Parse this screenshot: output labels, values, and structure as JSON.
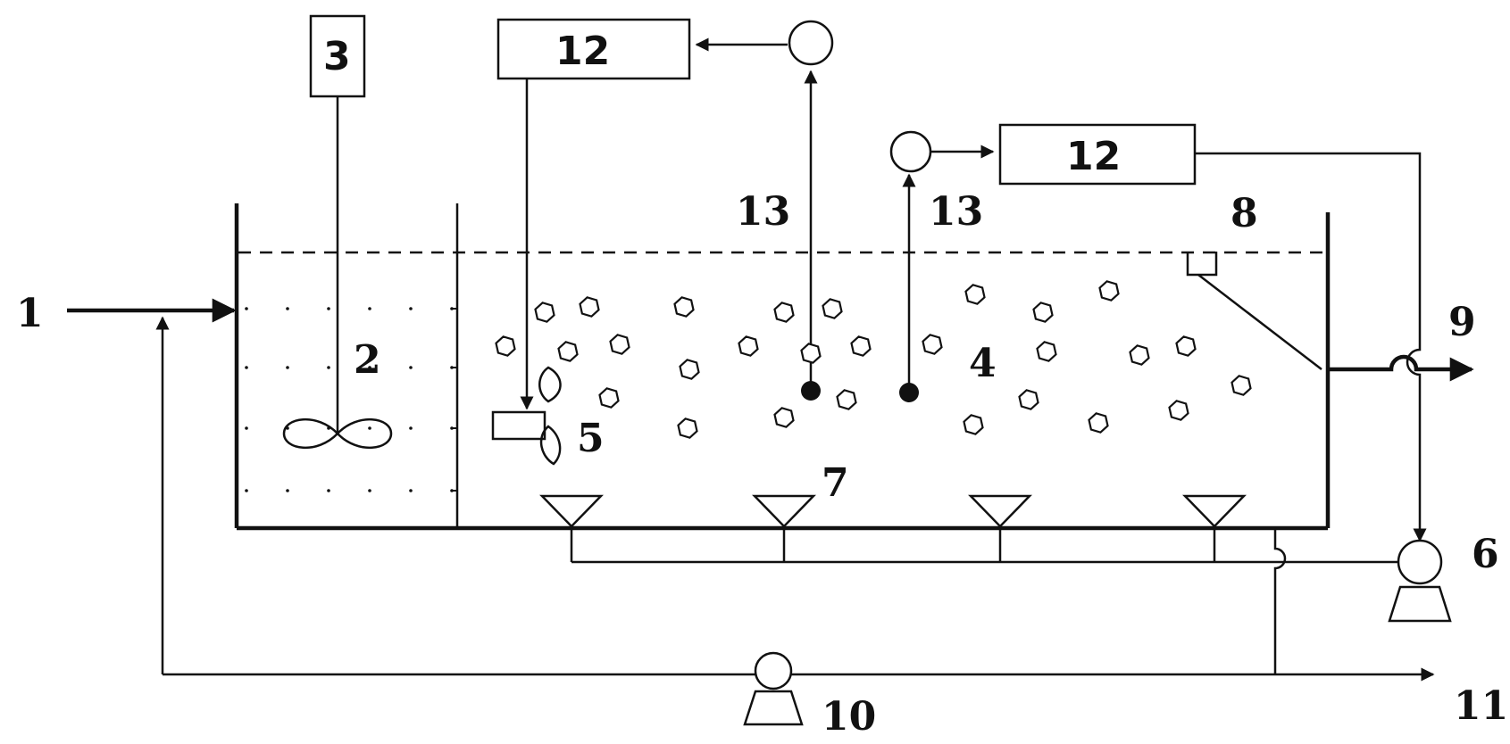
{
  "labels": {
    "l1": "1",
    "l2": "2",
    "l3": "3",
    "l4": "4",
    "l5": "5",
    "l6": "6",
    "l7": "7",
    "l8": "8",
    "l9": "9",
    "l10": "10",
    "l11": "11",
    "l12a": "12",
    "l12b": "12",
    "l13a": "13",
    "l13b": "13"
  },
  "colors": {
    "line": "#111111",
    "background": "#ffffff"
  }
}
